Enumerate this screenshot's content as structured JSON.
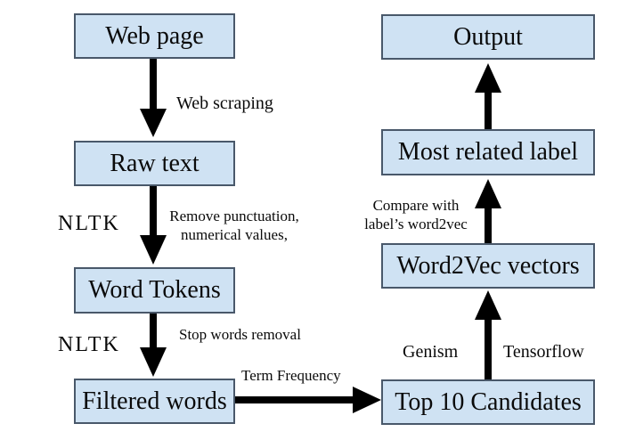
{
  "colors": {
    "node_fill": "#cfe2f3",
    "node_border": "#49586a",
    "arrow": "#000000",
    "background": "#ffffff"
  },
  "nodes": {
    "web_page": "Web page",
    "raw_text": "Raw text",
    "word_tokens": "Word Tokens",
    "filtered_words": "Filtered words",
    "output": "Output",
    "most_related_label": "Most related label",
    "word2vec_vectors": "Word2Vec vectors",
    "top_10_candidates": "Top 10 Candidates"
  },
  "edge_labels": {
    "web_scraping": "Web scraping",
    "nltk_tokenize": "NLTK",
    "remove_punctuation_line1": "Remove punctuation,",
    "remove_punctuation_line2": "numerical values,",
    "nltk_stopwords": "NLTK",
    "stop_words_removal": "Stop words removal",
    "term_frequency": "Term Frequency",
    "genism": "Genism",
    "tensorflow": "Tensorflow",
    "compare_line1": "Compare with",
    "compare_line2": "label’s word2vec"
  }
}
